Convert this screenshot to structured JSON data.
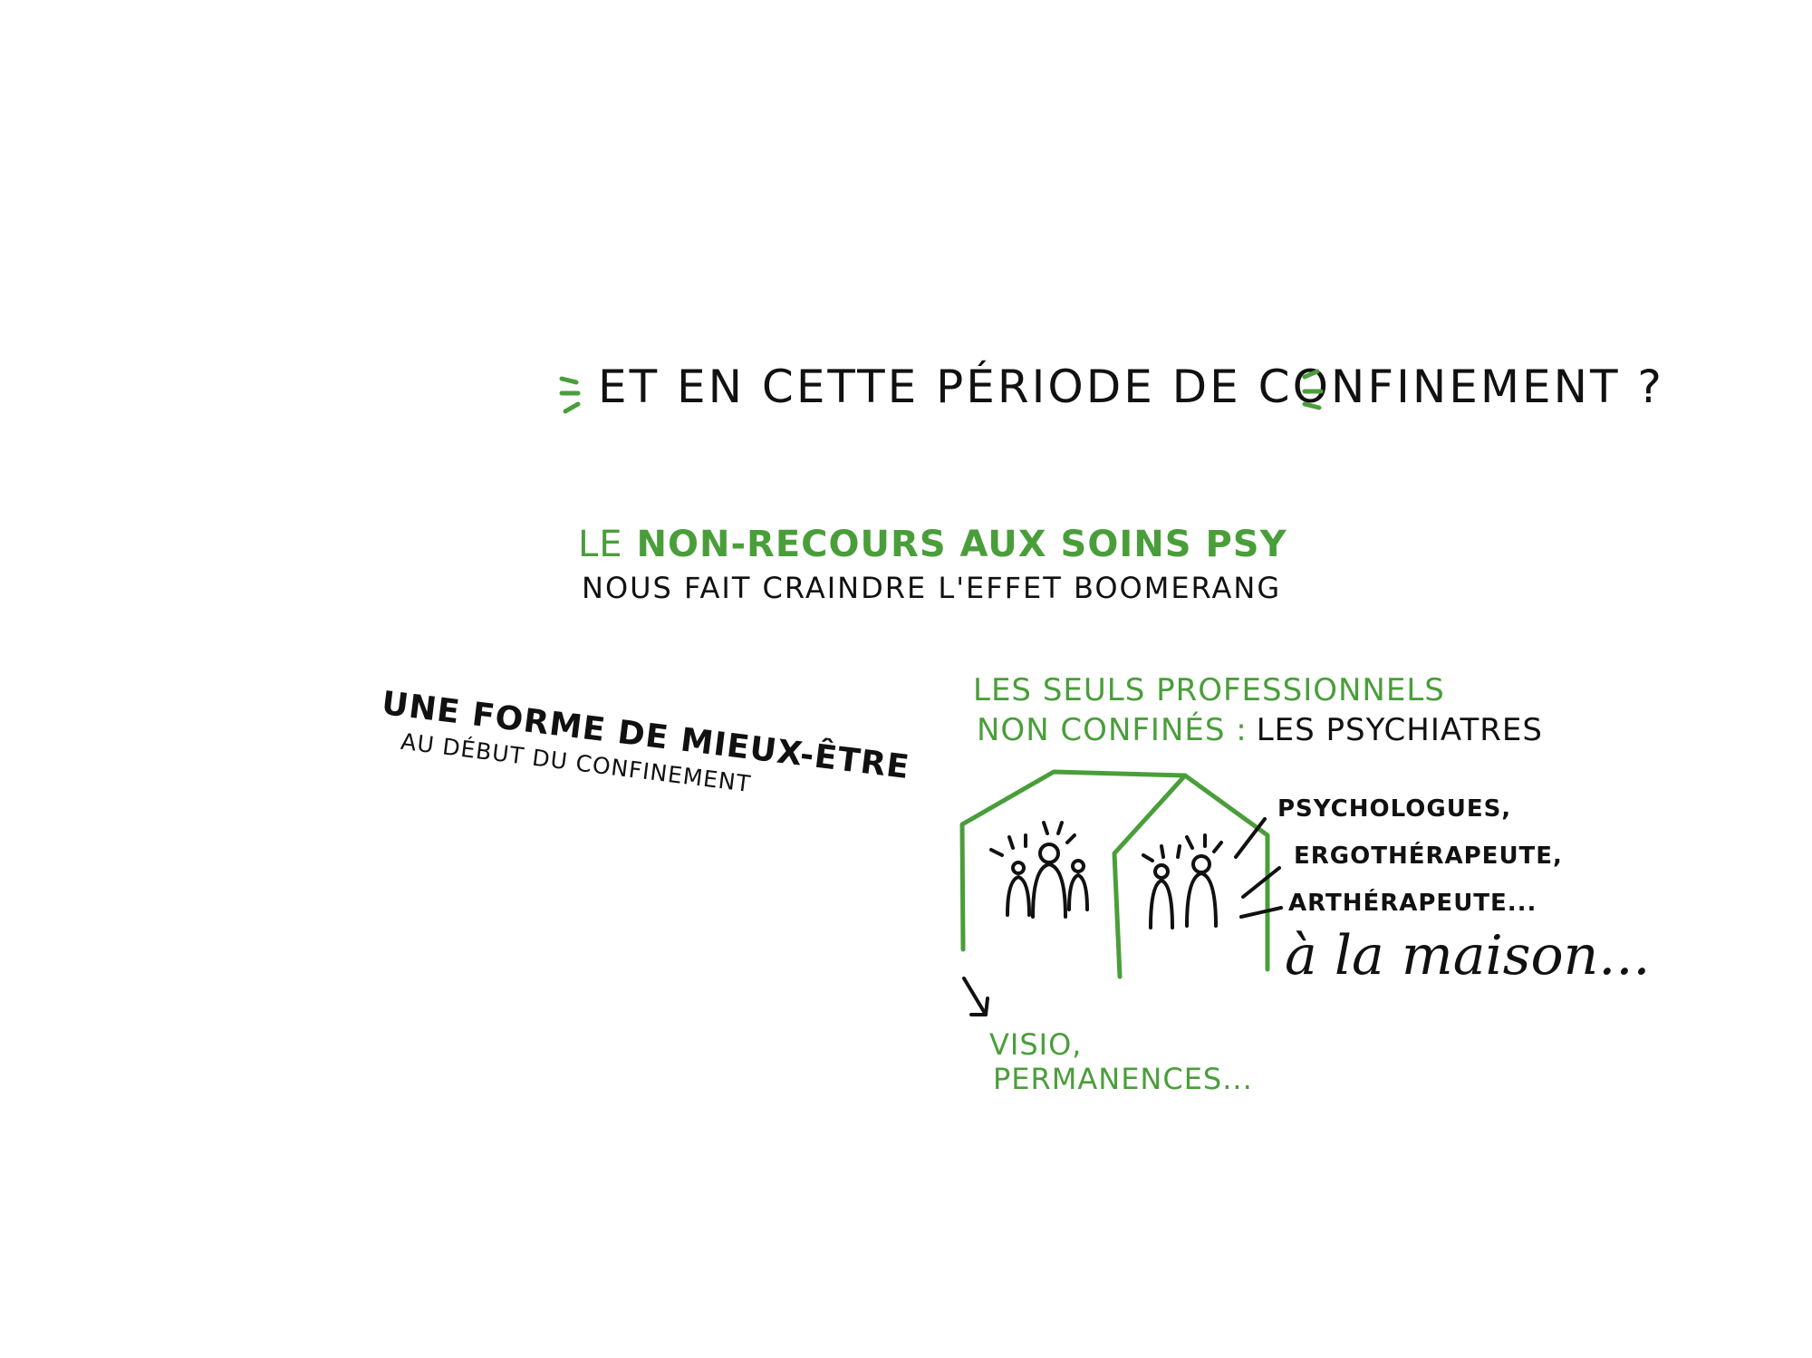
{
  "colors": {
    "green": "#4a9e3a",
    "ink": "#111111"
  },
  "title": "ET EN CETTE PÉRIODE DE CONFINEMENT ?",
  "non_recours": {
    "line1_prefix": "LE",
    "line1_highlight": "NON-RECOURS AUX SOINS PSY",
    "line2": "NOUS FAIT CRAINDRE L'EFFET BOOMERANG"
  },
  "mieux_etre": {
    "main": "UNE FORME DE MIEUX-ÊTRE",
    "sub": "AU DÉBUT DU CONFINEMENT"
  },
  "professionnels": {
    "line1": "LES SEULS PROFESSIONNELS",
    "line2_highlight": "NON CONFINÉS :",
    "line2_rest": "LES PSYCHIATRES"
  },
  "maison_list": {
    "item1": "PSYCHOLOGUES,",
    "item2": "ERGOTHÉRAPEUTE,",
    "item3": "ARTHÉRAPEUTE...",
    "handwritten": "à la maison..."
  },
  "visio": {
    "line1": "VISIO,",
    "line2": "PERMANENCES..."
  },
  "icons": [
    "emphasis-marks-icon",
    "house-icon",
    "people-icon",
    "arrow-down-icon"
  ]
}
